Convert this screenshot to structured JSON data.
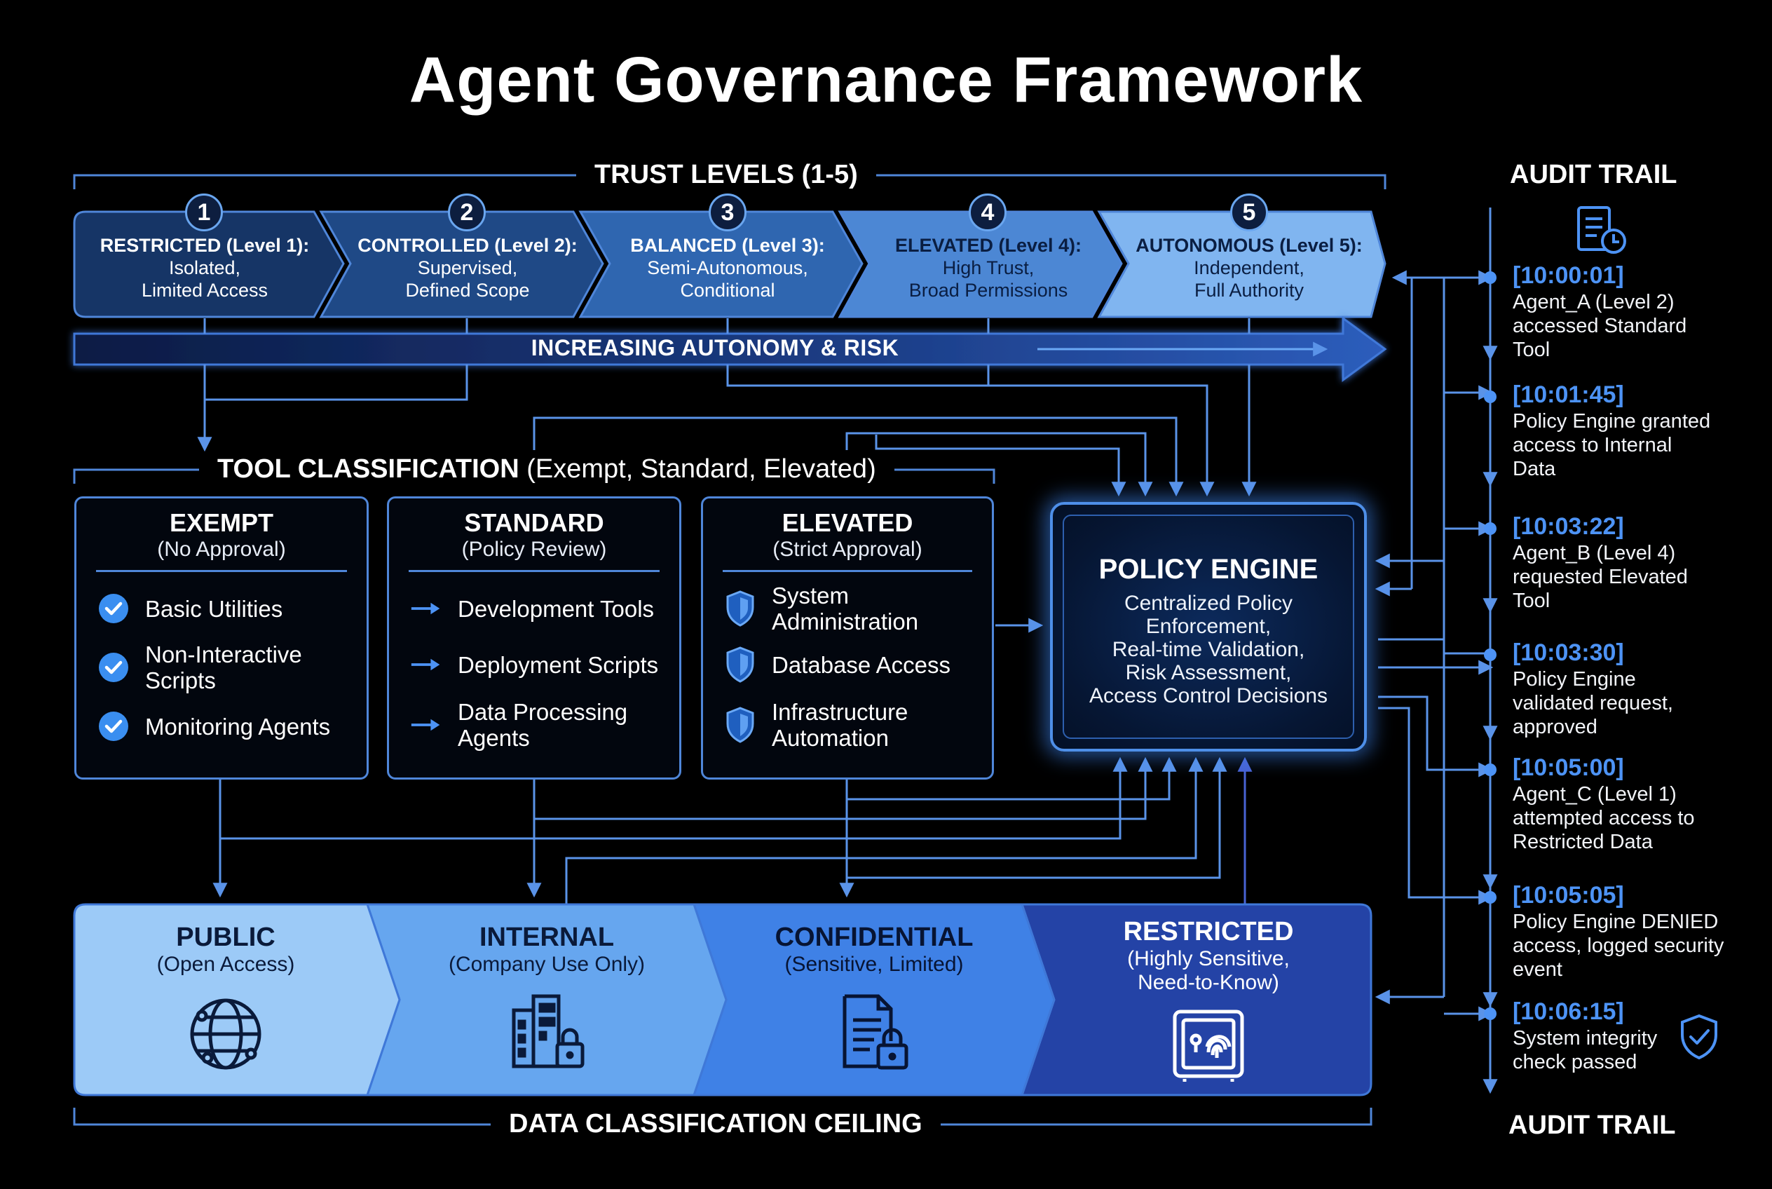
{
  "title": "Agent Governance Framework",
  "trust": {
    "label": "TRUST LEVELS (1-5)",
    "levels": [
      {
        "num": "1",
        "name": "RESTRICTED",
        "level": " (Level 1):",
        "line1": "Isolated,",
        "line2": "Limited Access"
      },
      {
        "num": "2",
        "name": "CONTROLLED",
        "level": " (Level 2):",
        "line1": "Supervised,",
        "line2": "Defined Scope"
      },
      {
        "num": "3",
        "name": "BALANCED",
        "level": " (Level 3):",
        "line1": "Semi-Autonomous,",
        "line2": "Conditional"
      },
      {
        "num": "4",
        "name": "ELEVATED",
        "level": " (Level 4):",
        "line1": "High Trust,",
        "line2": "Broad Permissions"
      },
      {
        "num": "5",
        "name": "AUTONOMOUS",
        "level": " (Level 5):",
        "line1": "Independent,",
        "line2": "Full Authority"
      }
    ],
    "autonomy": "INCREASING AUTONOMY & RISK"
  },
  "tools": {
    "label_bold": "TOOL CLASSIFICATION",
    "label_rest": " (Exempt, Standard, Elevated)",
    "cards": [
      {
        "title": "EXEMPT",
        "subtitle": "(No Approval)",
        "items": [
          "Basic Utilities",
          "Non-Interactive\nScripts",
          "Monitoring Agents"
        ],
        "icon": "check-circle-icon"
      },
      {
        "title": "STANDARD",
        "subtitle": "(Policy Review)",
        "items": [
          "Development Tools",
          "Deployment Scripts",
          "Data Processing\nAgents"
        ],
        "icon": "arrow-right-icon"
      },
      {
        "title": "ELEVATED",
        "subtitle": "(Strict Approval)",
        "items": [
          "System\nAdministration",
          "Database Access",
          "Infrastructure\nAutomation"
        ],
        "icon": "shield-icon"
      }
    ]
  },
  "policy_engine": {
    "title": "POLICY ENGINE",
    "lines": [
      "Centralized Policy",
      "Enforcement,",
      "Real-time Validation,",
      "Risk Assessment,",
      "Access Control Decisions"
    ]
  },
  "data": {
    "label": "DATA CLASSIFICATION CEILING",
    "tiers": [
      {
        "title": "PUBLIC",
        "sub1": "(Open Access)",
        "sub2": "",
        "icon": "globe-icon"
      },
      {
        "title": "INTERNAL",
        "sub1": "(Company Use Only)",
        "sub2": "",
        "icon": "building-lock-icon"
      },
      {
        "title": "CONFIDENTIAL",
        "sub1": "(Sensitive, Limited)",
        "sub2": "",
        "icon": "document-lock-icon"
      },
      {
        "title": "RESTRICTED",
        "sub1": "(Highly Sensitive,",
        "sub2": "Need-to-Know)",
        "icon": "fingerprint-safe-icon"
      }
    ]
  },
  "audit": {
    "header": "AUDIT TRAIL",
    "footer": "AUDIT TRAIL",
    "events": [
      {
        "time": "[10:00:01]",
        "text": "Agent_A (Level 2)\naccessed Standard\nTool"
      },
      {
        "time": "[10:01:45]",
        "text": "Policy Engine granted\naccess to Internal\nData"
      },
      {
        "time": "[10:03:22]",
        "text": "Agent_B (Level 4)\nrequested Elevated\nTool"
      },
      {
        "time": "[10:03:30]",
        "text": "Policy Engine\nvalidated request,\napproved"
      },
      {
        "time": "[10:05:00]",
        "text": "Agent_C (Level 1)\nattempted access to\nRestricted Data"
      },
      {
        "time": "[10:05:05]",
        "text": "Policy Engine DENIED\naccess, logged security\nevent"
      },
      {
        "time": "[10:06:15]",
        "text": "System integrity\ncheck passed"
      }
    ]
  },
  "colors": {
    "trust": [
      "#163566",
      "#1f4986",
      "#2f66b0",
      "#4c87d4",
      "#80b5f0"
    ],
    "data": [
      "#9ccaf7",
      "#66a6ef",
      "#3f81e6",
      "#2443a6"
    ],
    "accent": "#4d93f5",
    "line": "#4f86d9"
  }
}
